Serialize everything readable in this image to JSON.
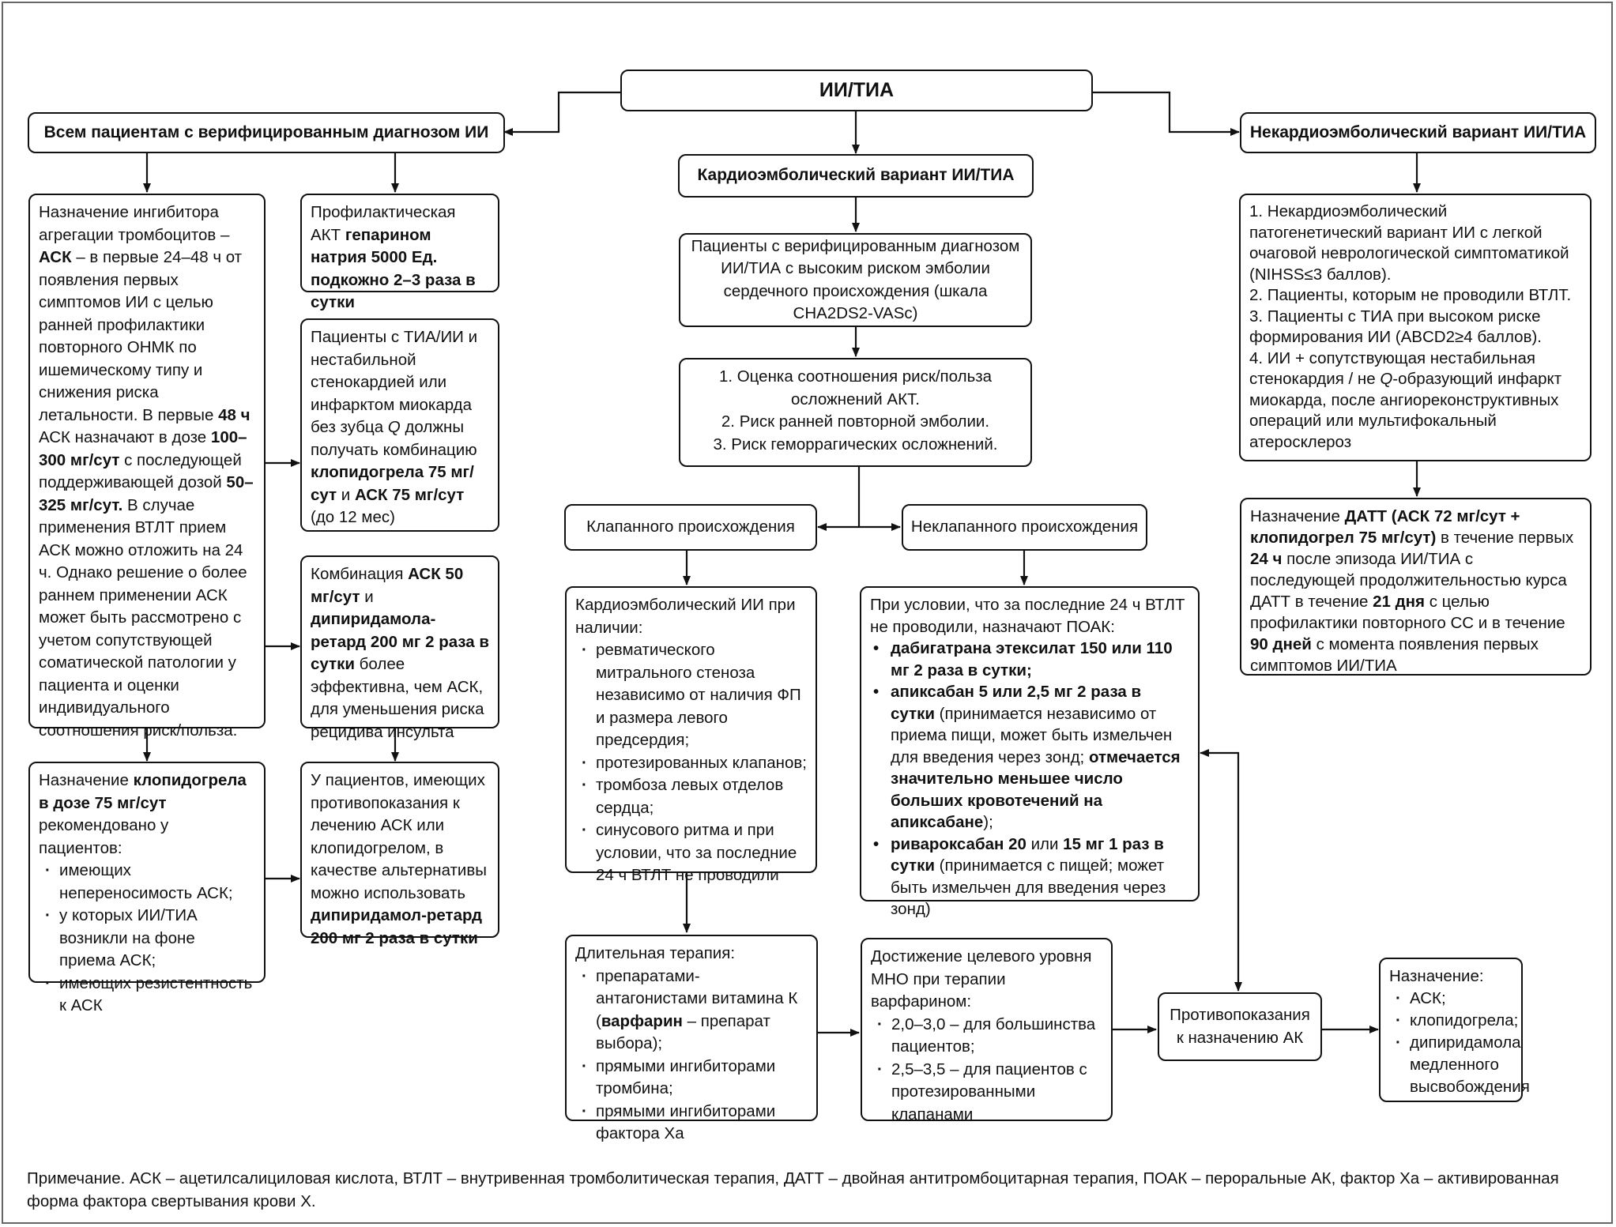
{
  "root": "ИИ/ТИА",
  "left_header": "Всем пациентам с верифицированным диагнозом ИИ",
  "center_header": "Кардиоэмболический вариант ИИ/ТИА",
  "right_header": "Некардиоэмболический вариант ИИ/ТИА",
  "box_ask": {
    "t1": "Назначение ингибитора агрегации тромбоцитов –",
    "b1": "АСК",
    "t2": "– в первые 24–48 ч от появления первых симптомов ИИ с целью ранней профилактики повторного ОНМК по ишемическому типу и снижения риска летальности. В первые",
    "b2": "48 ч",
    "t3": "АСК назначают в дозе",
    "b3": "100–300 мг/сут",
    "t4": "с последующей поддерживающей дозой",
    "b4": "50–325 мг/сут.",
    "t5": "В случае применения ВТЛТ прием АСК можно отложить на 24 ч. Однако решение о более раннем применении АСК может быть рассмотрено с учетом сопутствующей соматической патологии у пациента и оценки индивидуального соотношения риск/польза."
  },
  "box_akt": {
    "t1": "Профилактическая АКТ",
    "b1": "гепарином натрия 5000 Ед. подкожно 2–3 раза в сутки"
  },
  "box_tia": {
    "t1": "Пациенты с ТИА/ИИ и нестабильной стенокардией или инфарктом миокарда без зубца",
    "i1": "Q",
    "t2": "должны получать комбинацию",
    "b1": "клопидогрела 75 мг/сут",
    "t3": "и",
    "b2": "АСК 75 мг/сут",
    "t4": "(до 12 мес)"
  },
  "box_combo": {
    "t1": "Комбинация",
    "b1": "АСК 50 мг/сут",
    "t2": "и",
    "b2": "дипиридамола-ретард 200 мг 2 раза в сутки",
    "t3": "более эффективна, чем АСК, для уменьшения риска рецидива инсульта"
  },
  "box_clop": {
    "t1": "Назначение",
    "b1": "клопидогрела в дозе 75 мг/сут",
    "t2": "рекомендовано у пациентов:",
    "items": [
      "имеющих непереносимость АСК;",
      "у которых ИИ/ТИА возникли на фоне приема АСК;",
      "имеющих резистентность к АСК"
    ]
  },
  "box_contra_left": {
    "t1": "У пациентов, имеющих противопоказания к лечению АСК или клопидогрелом, в качестве альтернативы можно использовать",
    "b1": "дипиридамол-ретард 200 мг 2 раза в сутки"
  },
  "box_emb_risk": "Пациенты с верифицированным диагнозом ИИ/ТИА с высоким риском эмболии сердечного происхождения (шкала CHA2DS2-VASc)",
  "box_assess": [
    "1. Оценка соотношения риск/польза осложнений АКТ.",
    "2. Риск ранней повторной эмболии.",
    "3. Риск геморрагических осложнений."
  ],
  "valve": "Клапанного происхождения",
  "nonvalve": "Неклапанного происхождения",
  "box_cardio": {
    "t1": "Кардиоэмболический ИИ при наличии:",
    "items": [
      "ревматического митрального стеноза независимо от наличия ФП и размера левого предсердия;",
      "протезированных клапанов;",
      "тромбоза левых отделов сердца;",
      "синусового ритма и при условии, что за последние 24 ч ВТЛТ не проводили"
    ]
  },
  "box_poak": {
    "t1": "При условии, что за последние 24 ч ВТЛТ не проводили, назначают ПОАК:",
    "d_b": "дабигатрана этексилат 150 или 110 мг 2 раза в сутки;",
    "a_b": "апиксабан 5 или 2,5 мг 2 раза в сутки",
    "a_t": "(принимается независимо от приема пищи, может быть измельчен для введения через зонд;",
    "a_b2": "отмечается значительно меньшее число больших кровотечений на апиксабане",
    "a_t2": ");",
    "r_b": "ривароксабан 20",
    "r_t": "или",
    "r_b2": "15 мг 1 раз в сутки",
    "r_t2": "(принимается с пищей; может быть измельчен для введения через зонд)"
  },
  "box_long": {
    "t1": "Длительная терапия:",
    "i1a": "препаратами-антагонистами витамина К (",
    "i1b": "варфарин",
    "i1c": "– препарат выбора);",
    "i2": "прямыми ингибиторами тромбина;",
    "i3": "прямыми ингибиторами фактора Ха"
  },
  "box_mno": {
    "t1": "Достижение целевого уровня МНО при терапии варфарином:",
    "items": [
      "2,0–3,0 – для большинства пациентов;",
      "2,5–3,5 – для пациентов с протезированными клапанами"
    ]
  },
  "box_contra_ak": "Противопоказания к назначению АК",
  "box_assign": {
    "t1": "Назначение:",
    "items": [
      "АСК;",
      "клопидогрела;",
      "дипиридамола медленного высвобождения"
    ]
  },
  "box_noncardio": {
    "l1": "1. Некардиоэмболический патогенетический вариант ИИ с легкой очаговой неврологической симптоматикой (NIHSS≤3 баллов).",
    "l2": "2. Пациенты, которым не проводили ВТЛТ.",
    "l3": "3. Пациенты с ТИА при высоком риске формирования ИИ (ABCD2≥4 баллов).",
    "l4a": "4. ИИ + сопутствующая нестабильная стенокардия / не",
    "l4i": "Q",
    "l4b": "-образующий инфаркт миокарда, после ангиореконструктивных операций или мультифокальный атеросклероз"
  },
  "box_datt": {
    "t1": "Назначение",
    "b1": "ДАТТ (АСК 72 мг/сут + клопидогрел 75 мг/сут)",
    "t2": "в течение первых",
    "b2": "24 ч",
    "t3": "после эпизода ИИ/ТИА с последующей продолжительностью курса ДАТТ в течение",
    "b3": "21 дня",
    "t4": "с целью профилактики повторного СС и в течение",
    "b4": "90 дней",
    "t5": "с момента появления первых симптомов ИИ/ТИА"
  },
  "note": "Примечание. АСК – ацетилсалициловая кислота, ВТЛТ – внутривенная тромболитическая терапия, ДАТТ – двойная антитромбоцитарная терапия, ПОАК – пероральные АК, фактор Ха – активированная форма фактора свертывания крови Х."
}
